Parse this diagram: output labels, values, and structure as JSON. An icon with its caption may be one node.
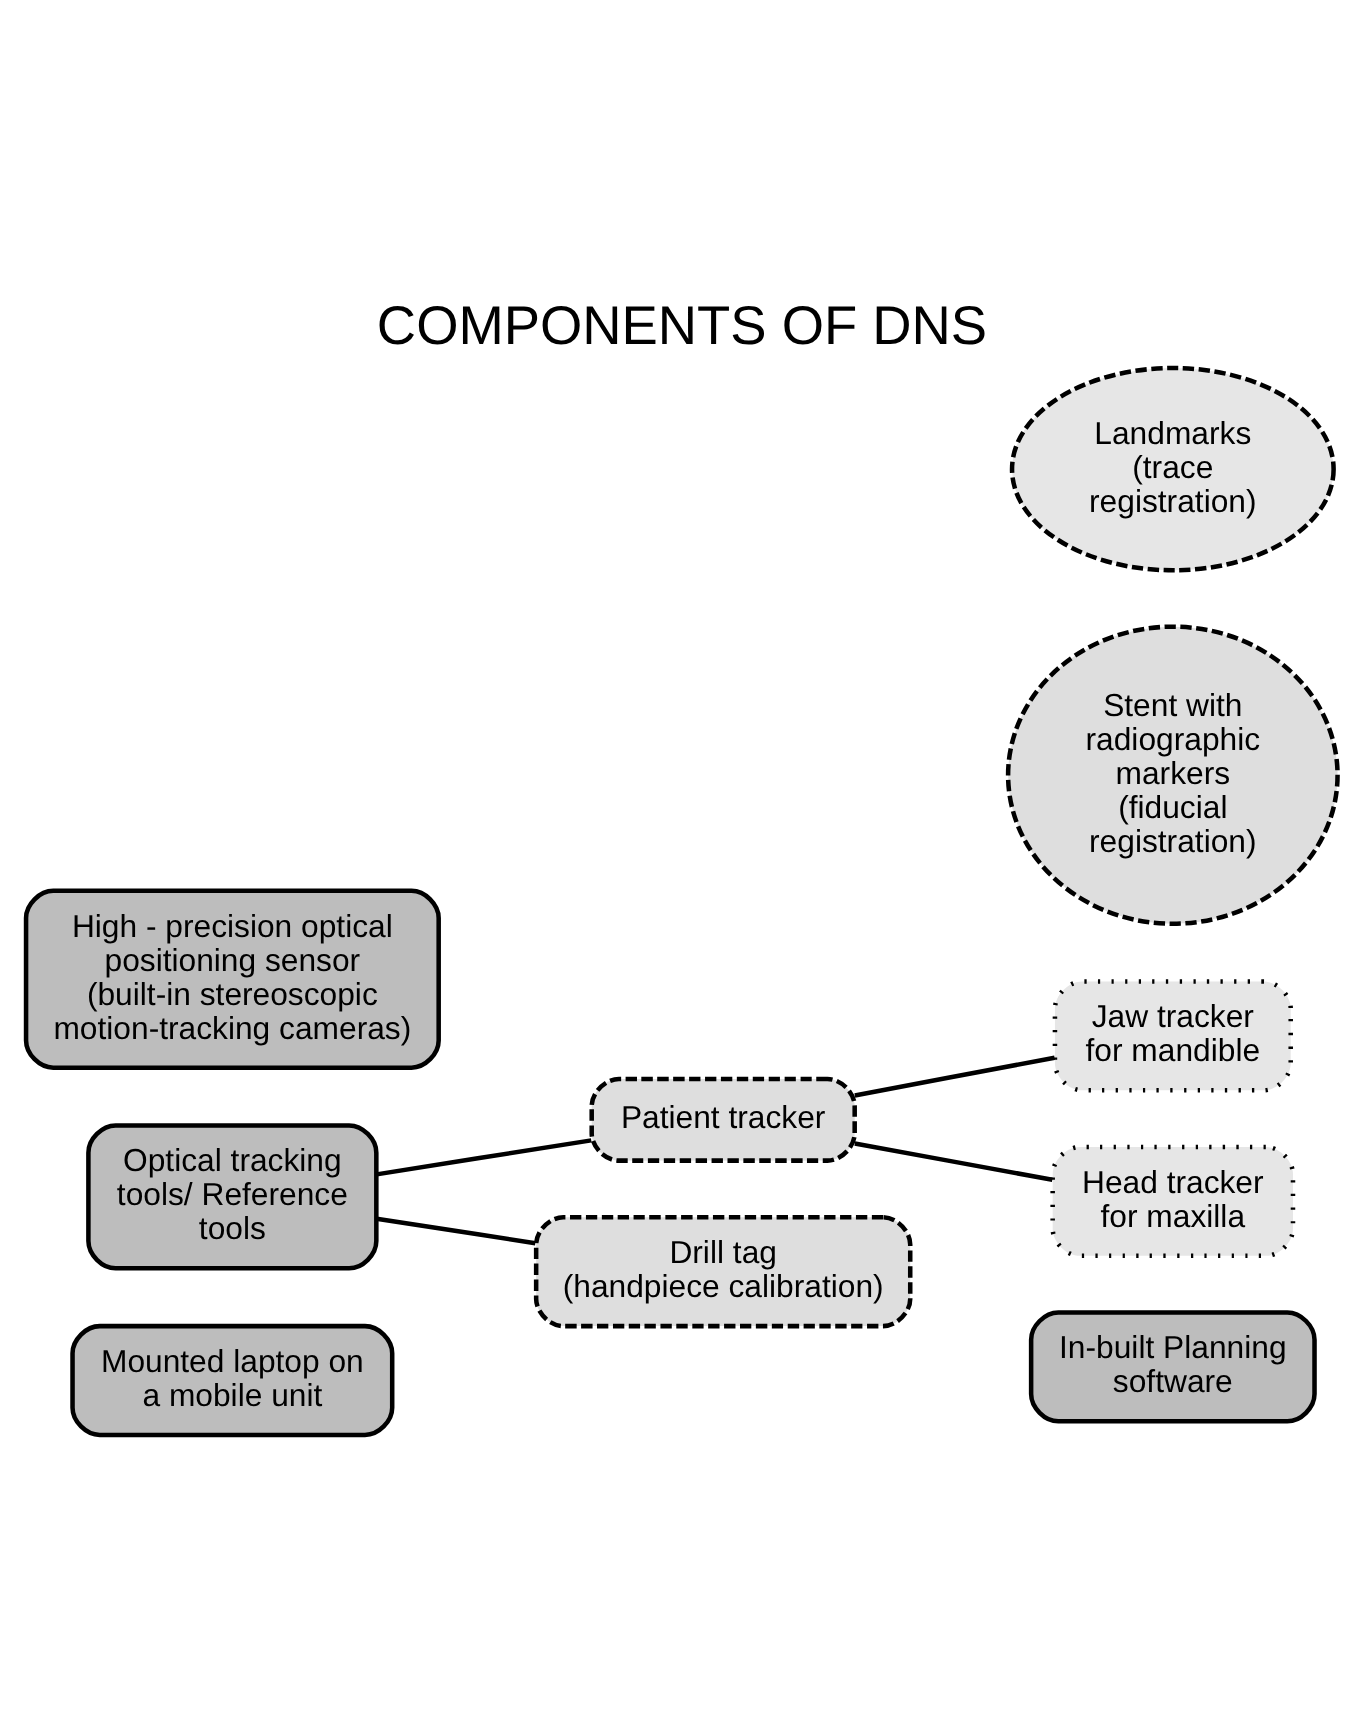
{
  "diagram": {
    "title": "COMPONENTS OF DNS",
    "nodes": [
      {
        "text": [
          "Mounted laptop on a mobile unit"
        ]
      },
      {
        "text": [
          "In-built Planning software"
        ]
      },
      {
        "text": [
          "Optical tracking tools/ Reference tools"
        ]
      },
      {
        "text": [
          "Patient tracker"
        ]
      },
      {
        "text": [
          "Jaw tracker",
          "for mandible"
        ]
      },
      {
        "text": [
          "Head tracker",
          "for maxilla"
        ]
      },
      {
        "text": [
          "Drill tag",
          "(handpiece calibration)"
        ]
      },
      {
        "text": [
          "Stent with radiographic markers (fiducial registration)"
        ]
      },
      {
        "text": [
          "Landmarks",
          "(trace registration)"
        ]
      },
      {
        "text": [
          "High - precision optical positioning sensor (built-in stereoscopic motion-tracking cameras)"
        ]
      }
    ],
    "edges": [
      {
        "from": 2,
        "to": 3,
        "arrow": "none"
      },
      {
        "from": 2,
        "to": 6,
        "arrow": "none"
      },
      {
        "from": 3,
        "to": 4,
        "arrow": "none"
      },
      {
        "from": 3,
        "to": 5,
        "arrow": "none"
      }
    ]
  }
}
